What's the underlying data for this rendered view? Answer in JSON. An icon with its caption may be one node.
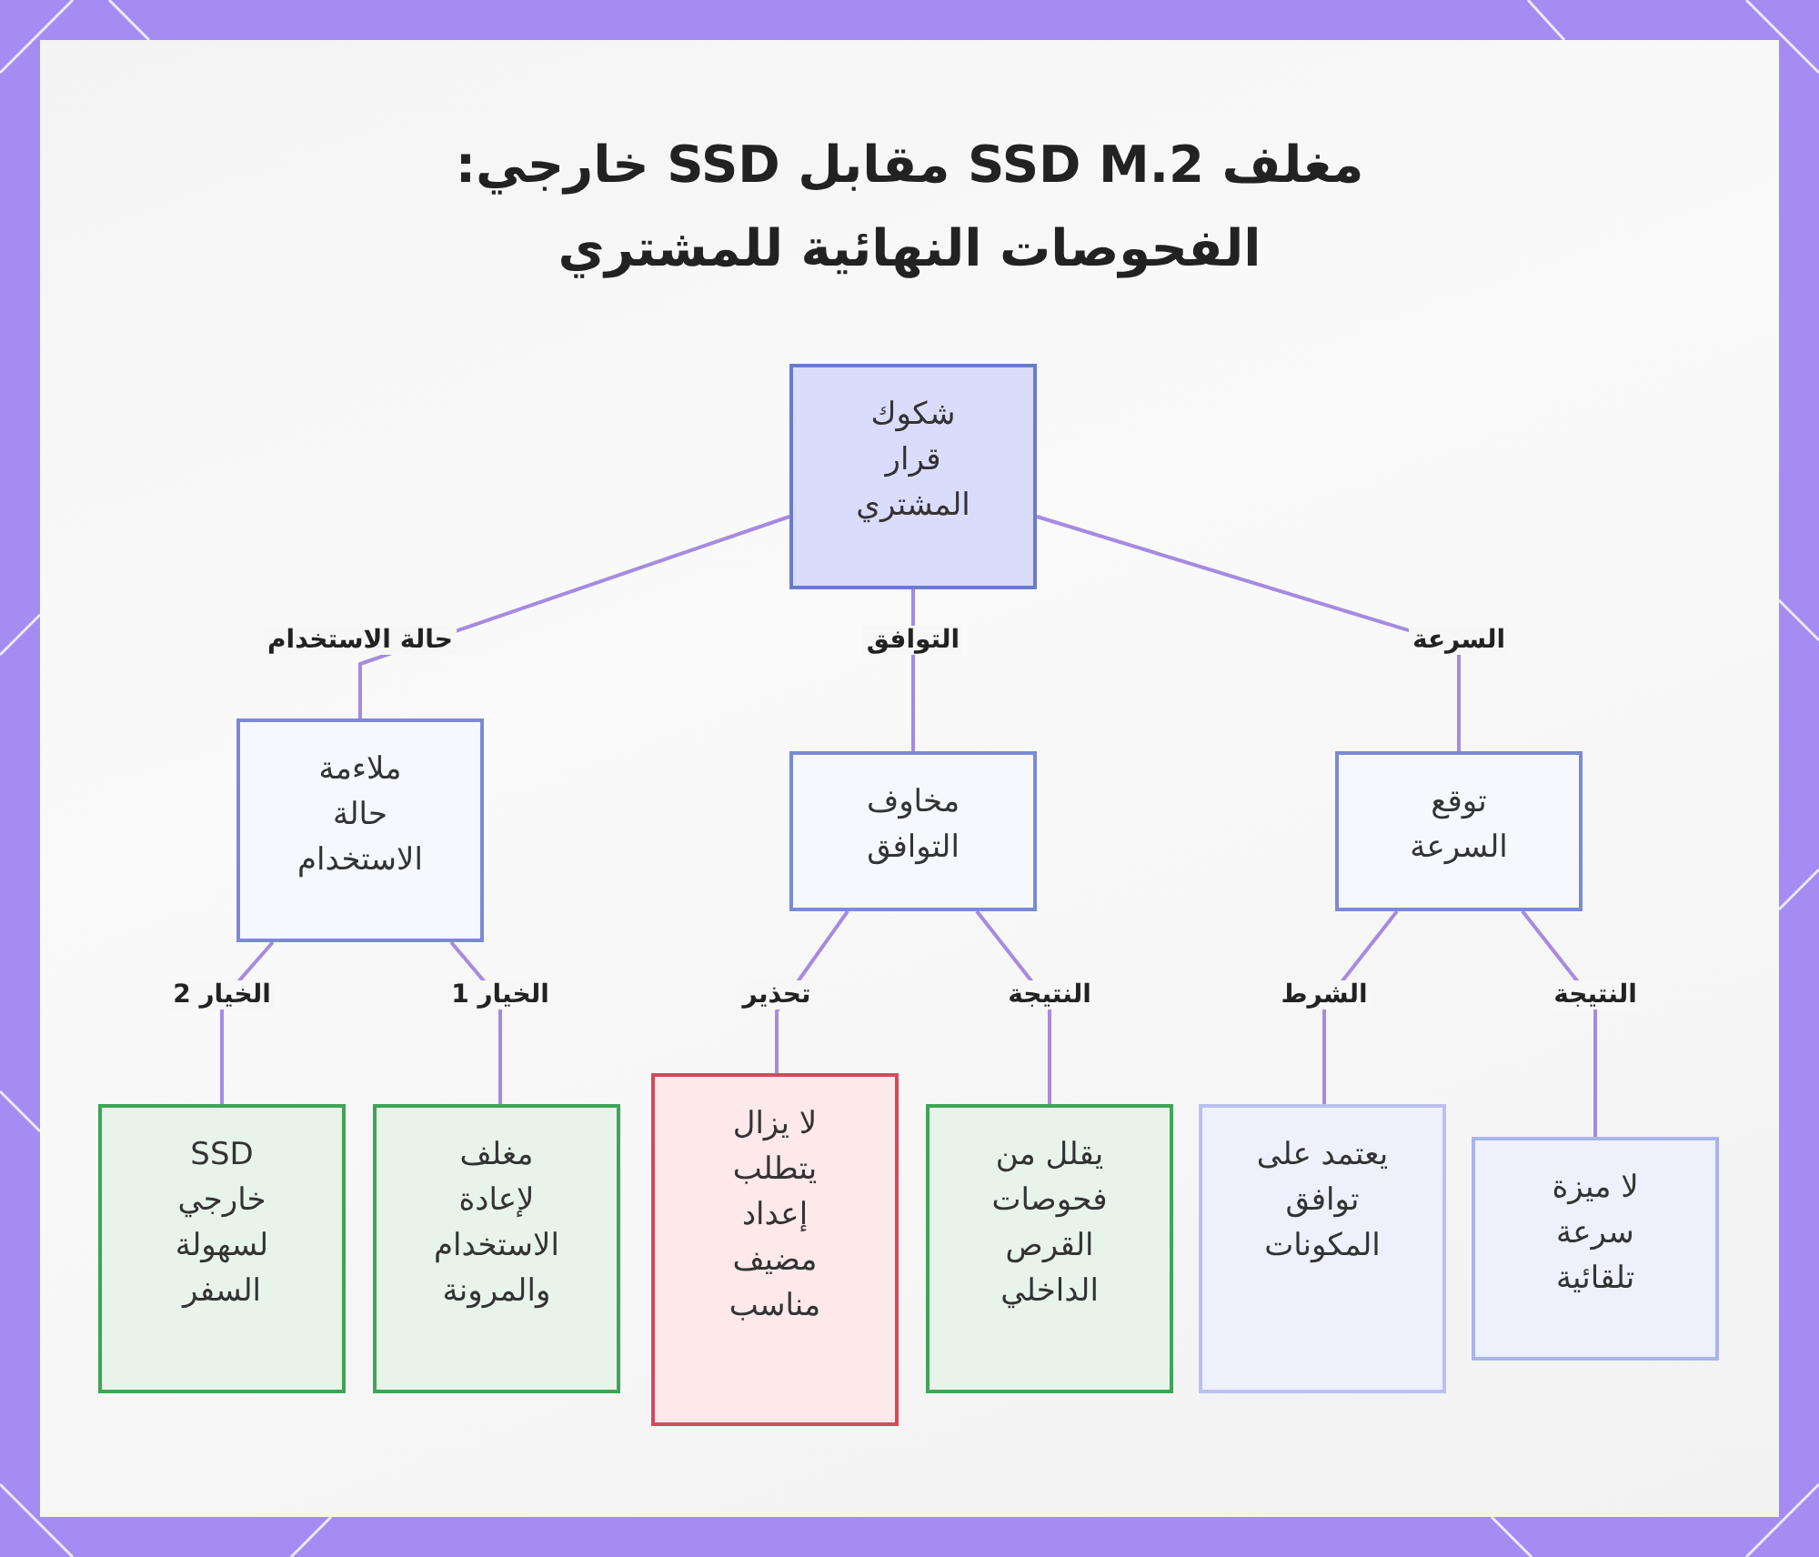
{
  "diagram": {
    "title": "مغلف SSD M.2 مقابل SSD خارجي: الفحوصات النهائية للمشتري",
    "nodes": [
      {
        "text": [
          "شكوك قرار المشتري"
        ]
      },
      {
        "text": [
          "ملاءمة حالة الاستخدام"
        ]
      },
      {
        "text": [
          "مخاوف التوافق"
        ]
      },
      {
        "text": [
          "توقع السرعة"
        ]
      },
      {
        "text": [
          "SSD خارجي لسهولة السفر"
        ]
      },
      {
        "text": [
          "مغلف لإعادة الاستخدام والمرونة"
        ]
      },
      {
        "text": [
          "لا يزال يتطلب إعداد مضيف مناسب"
        ]
      },
      {
        "text": [
          "يقلل من فحوصات القرص الداخلي"
        ]
      },
      {
        "text": [
          "يعتمد على توافق المكونات"
        ]
      },
      {
        "text": [
          "لا ميزة سرعة تلقائية"
        ]
      }
    ],
    "edges": [
      {
        "from": 0,
        "to": 1,
        "arrow": "none",
        "label": "حالة الاستخدام"
      },
      {
        "from": 0,
        "to": 2,
        "arrow": "none",
        "label": "التوافق"
      },
      {
        "from": 0,
        "to": 3,
        "arrow": "none",
        "label": "السرعة"
      },
      {
        "from": 1,
        "to": 4,
        "arrow": "none",
        "label": "الخيار 2"
      },
      {
        "from": 1,
        "to": 5,
        "arrow": "none",
        "label": "الخيار 1"
      },
      {
        "from": 2,
        "to": 6,
        "arrow": "none",
        "label": "تحذير"
      },
      {
        "from": 2,
        "to": 7,
        "arrow": "none",
        "label": "النتيجة"
      },
      {
        "from": 3,
        "to": 8,
        "arrow": "none",
        "label": "الشرط"
      },
      {
        "from": 3,
        "to": 9,
        "arrow": "none",
        "label": "النتيجة"
      }
    ]
  }
}
